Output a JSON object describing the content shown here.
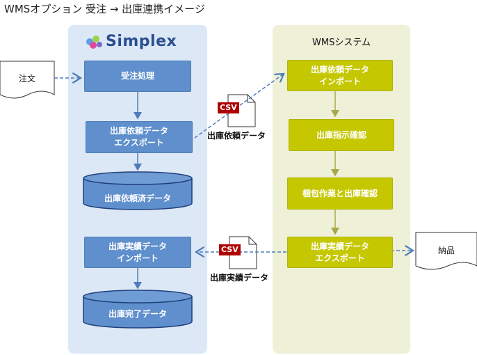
{
  "title": "WMSオプション 受注 → 出庫連携イメージ",
  "left_panel": {
    "logo_text": "Simplex",
    "logo_icon": "colored-balls-icon",
    "steps": {
      "order_processing": "受注処理",
      "shipping_request_export": "出庫依頼データ\nエクスポート",
      "shipping_requested_data": "出庫依頼済データ",
      "shipping_result_import": "出庫実績データ\nインポート",
      "shipping_completed_data": "出庫完了データ"
    }
  },
  "right_panel": {
    "title": "WMSシステム",
    "steps": {
      "shipping_request_import": "出庫依頼データ\nインポート",
      "shipping_instruction_confirm": "出庫指示確認",
      "packing_and_shipping_confirm": "梱包作業と出庫確認",
      "shipping_result_export": "出庫実績データ\nエクスポート"
    }
  },
  "documents": {
    "order": "注文",
    "delivery": "納品"
  },
  "csv_files": {
    "request": {
      "tag": "CSV",
      "caption": "出庫依頼データ"
    },
    "result": {
      "tag": "CSV",
      "caption": "出庫実績データ"
    }
  },
  "colors": {
    "blue_box": "#5f8fcc",
    "olive_box": "#c5c700",
    "left_panel_bg": "#dce8f6",
    "right_panel_bg": "#eef0d8",
    "csv_tag": "#b00000",
    "arrow_blue": "#4e7db9",
    "arrow_olive": "#a8a84a"
  }
}
